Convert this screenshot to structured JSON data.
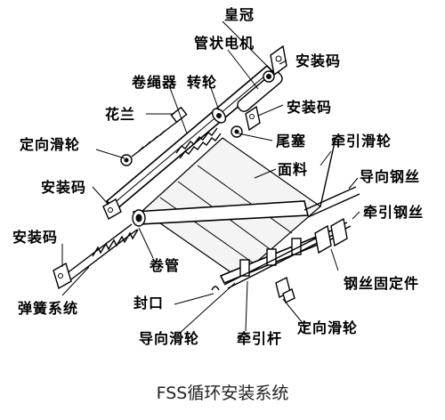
{
  "caption": "FSS循环安装系统",
  "labels": {
    "huangguan": "皇冠",
    "guanzhuang_dianji": "管状电机",
    "anzhuangma_1": "安装码",
    "juanshengqi": "卷绳器",
    "zhuanlun": "转轮",
    "anzhuangma_2": "安装码",
    "hualan": "花兰",
    "weisai": "尾塞",
    "qianyin_hualun": "牵引滑轮",
    "dingxiang_hualun_1": "定向滑轮",
    "mianliao": "面料",
    "daoxiang_gangsi": "导向钢丝",
    "anzhuangma_3": "安装码",
    "qianyin_gangsi": "牵引钢丝",
    "anzhuangma_4": "安装码",
    "juanguan": "卷管",
    "gangsi_gudingjian": "钢丝固定件",
    "fengkou": "封口",
    "tanhuang_xitong": "弹簧系统",
    "daoxiang_hualun": "导向滑轮",
    "qianyin_gan": "牵引杆",
    "dingxiang_hualun_2": "定向滑轮"
  }
}
